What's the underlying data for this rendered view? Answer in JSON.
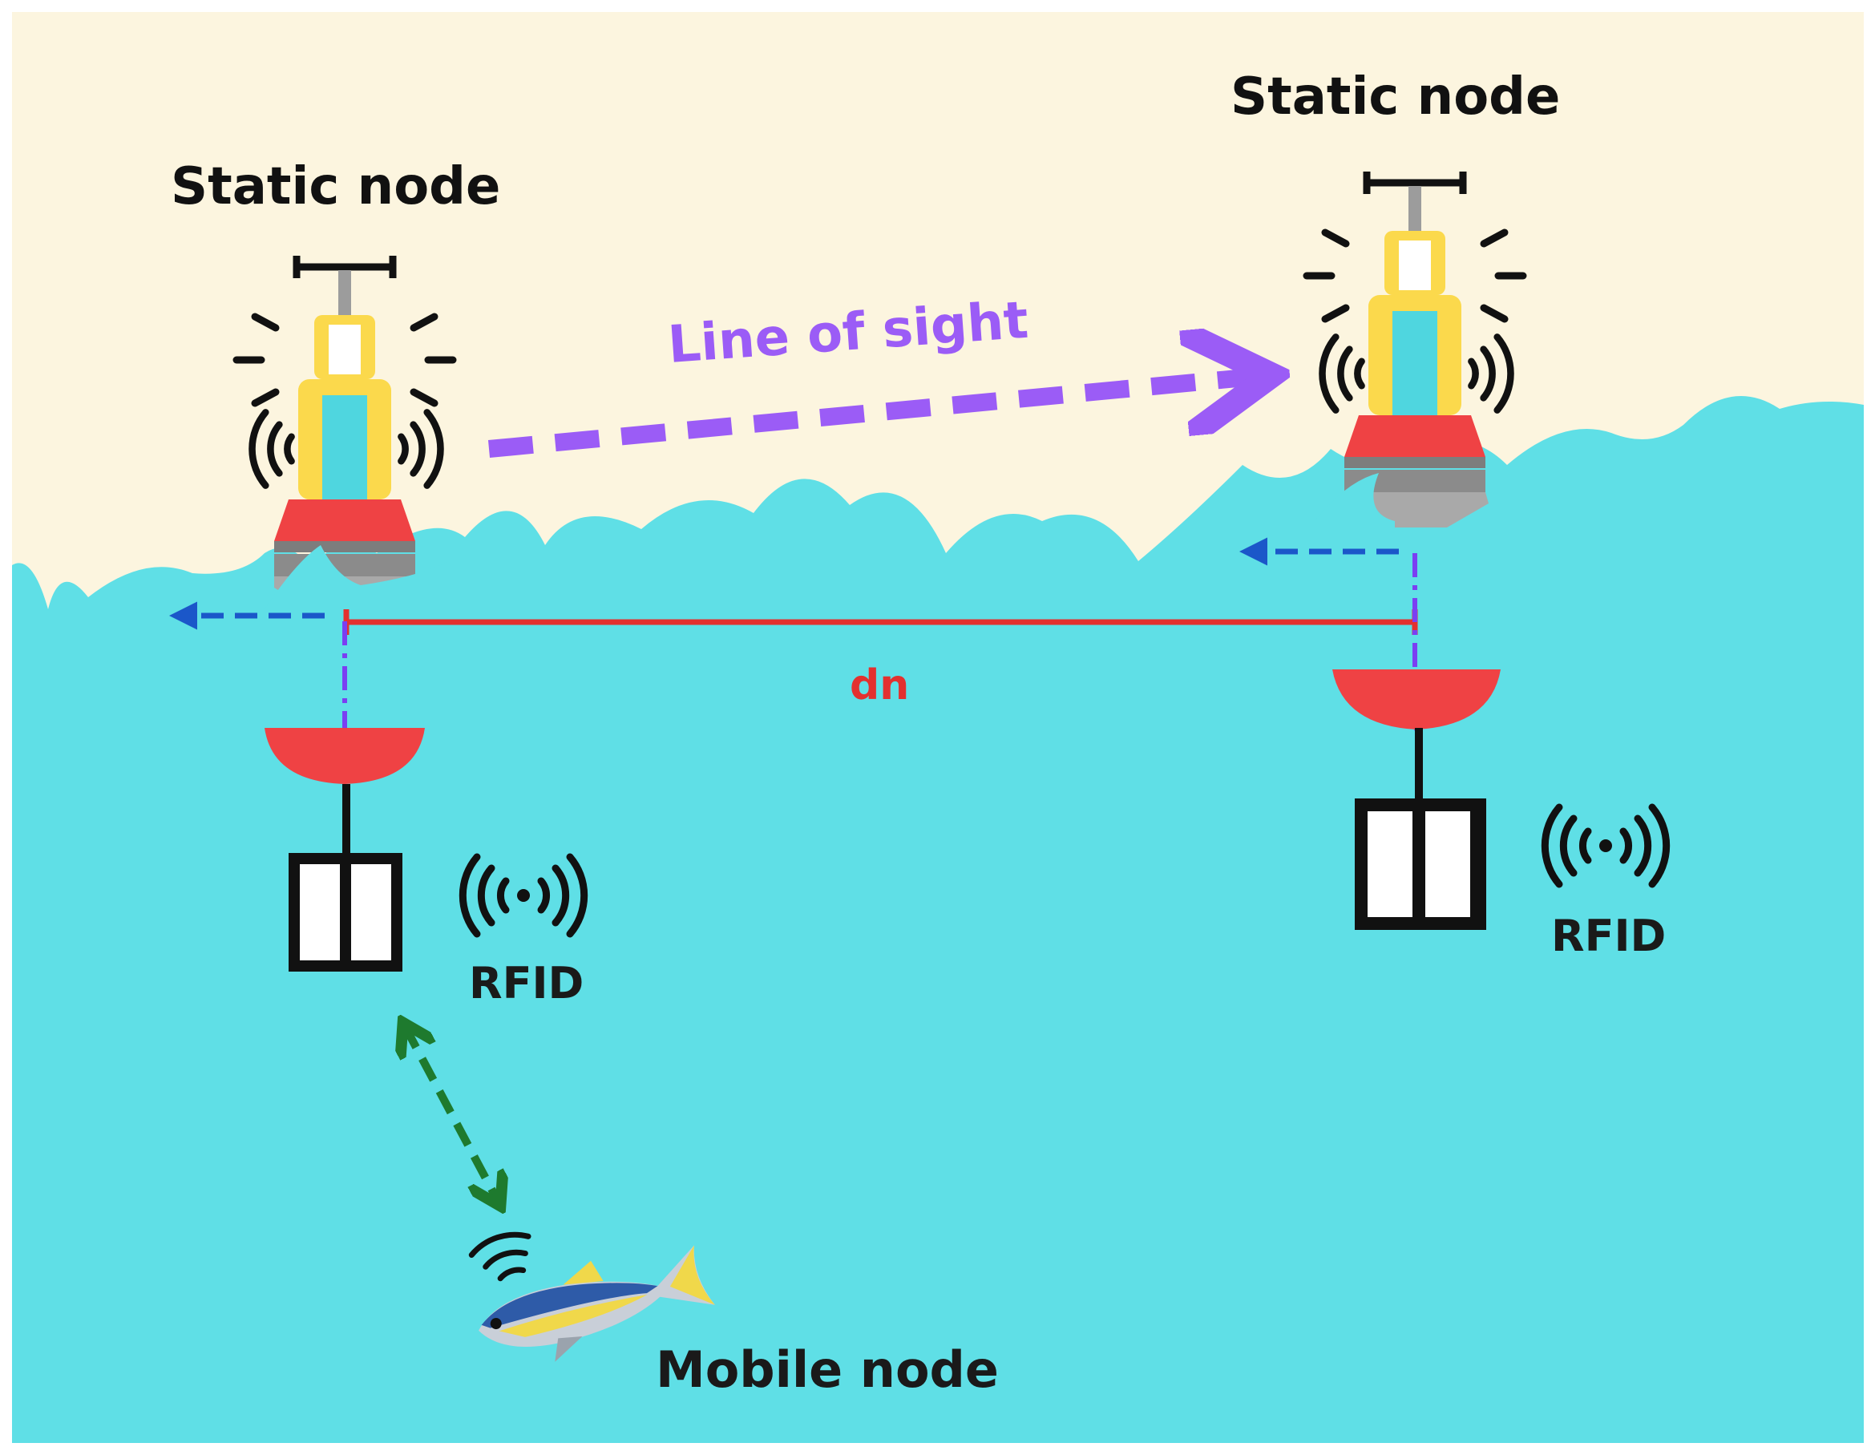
{
  "labels": {
    "static_node_left": "Static node",
    "static_node_right": "Static node",
    "line_of_sight": "Line of sight",
    "distance": "dn",
    "rfid_left": "RFID",
    "rfid_right": "RFID",
    "mobile_node": "Mobile node"
  },
  "colors": {
    "sky": "#fcf5df",
    "water": "#5fdfe6",
    "buoy_red": "#ef4244",
    "buoy_yellow": "#fbd94c",
    "buoy_cyan": "#4fd6df",
    "buoy_gray": "#8b8b8b",
    "line_of_sight": "#9b5cf6",
    "distance_line": "#e3312f",
    "drift_arrow": "#1b57c9",
    "vertical_link": "#7b3ff2",
    "fish_link": "#1e7a2e"
  },
  "icons": {
    "buoy": "buoy-icon",
    "signal": "wireless-signal-icon",
    "rfid_tag": "rfid-tag-icon",
    "fish": "fish-icon"
  }
}
